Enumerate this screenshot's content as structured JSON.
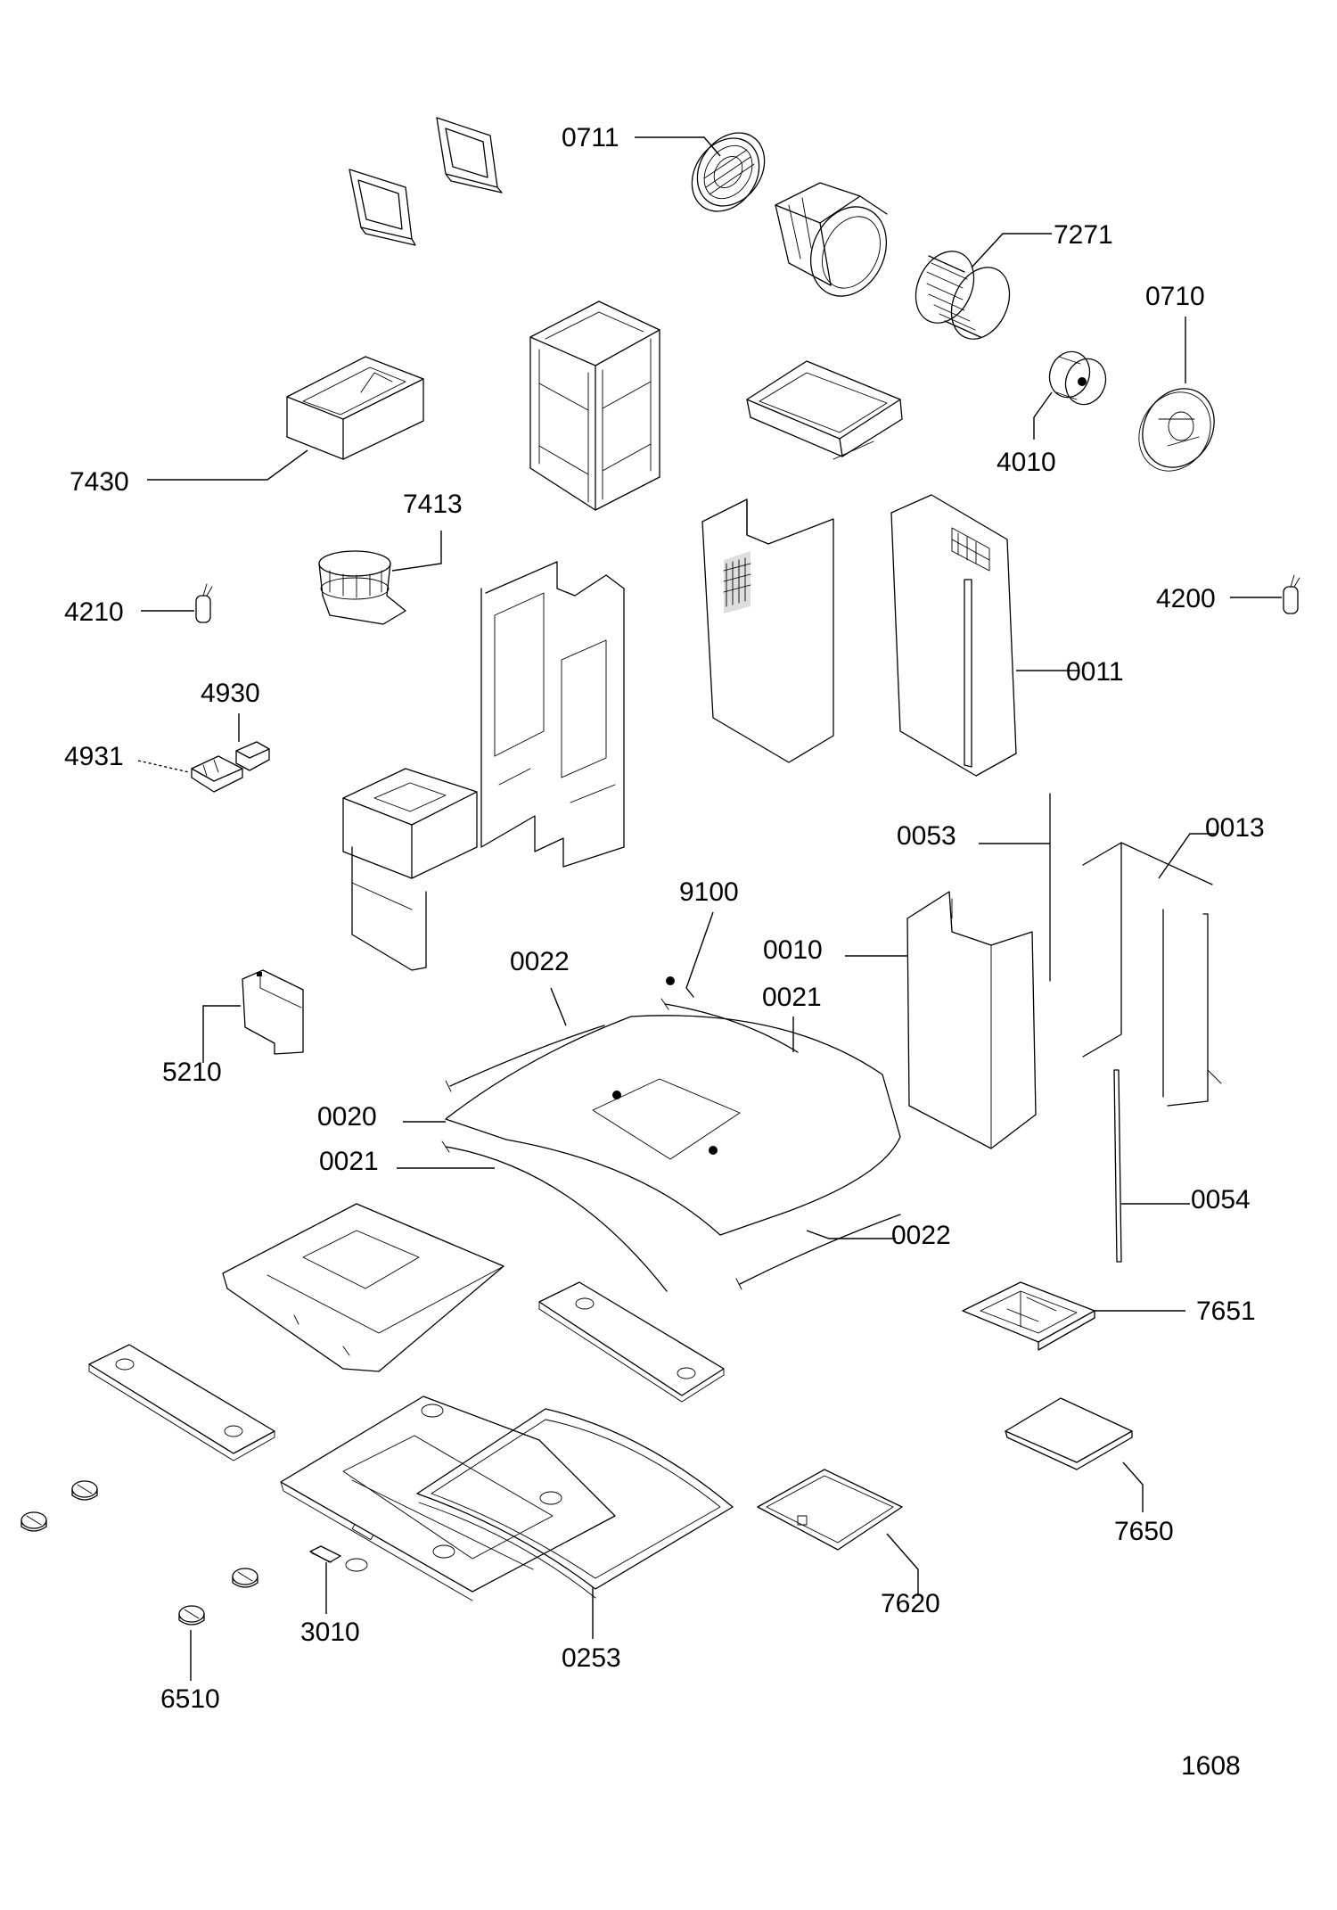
{
  "diagram": {
    "sheet_number": "1608",
    "part_labels": [
      {
        "id": "p0711",
        "text": "0711"
      },
      {
        "id": "p7271",
        "text": "7271"
      },
      {
        "id": "p0710",
        "text": "0710"
      },
      {
        "id": "p4010",
        "text": "4010"
      },
      {
        "id": "p7430",
        "text": "7430"
      },
      {
        "id": "p7413",
        "text": "7413"
      },
      {
        "id": "p4210",
        "text": "4210"
      },
      {
        "id": "p4200",
        "text": "4200"
      },
      {
        "id": "p0011",
        "text": "0011"
      },
      {
        "id": "p4930",
        "text": "4930"
      },
      {
        "id": "p4931",
        "text": "4931"
      },
      {
        "id": "p0053",
        "text": "0053"
      },
      {
        "id": "p0013",
        "text": "0013"
      },
      {
        "id": "p9100",
        "text": "9100"
      },
      {
        "id": "p0022a",
        "text": "0022"
      },
      {
        "id": "p0010",
        "text": "0010"
      },
      {
        "id": "p0021a",
        "text": "0021"
      },
      {
        "id": "p5210",
        "text": "5210"
      },
      {
        "id": "p0020",
        "text": "0020"
      },
      {
        "id": "p0021b",
        "text": "0021"
      },
      {
        "id": "p0054",
        "text": "0054"
      },
      {
        "id": "p0022b",
        "text": "0022"
      },
      {
        "id": "p7651",
        "text": "7651"
      },
      {
        "id": "p7650",
        "text": "7650"
      },
      {
        "id": "p3010",
        "text": "3010"
      },
      {
        "id": "p0253",
        "text": "0253"
      },
      {
        "id": "p7620",
        "text": "7620"
      },
      {
        "id": "p6510",
        "text": "6510"
      }
    ]
  }
}
